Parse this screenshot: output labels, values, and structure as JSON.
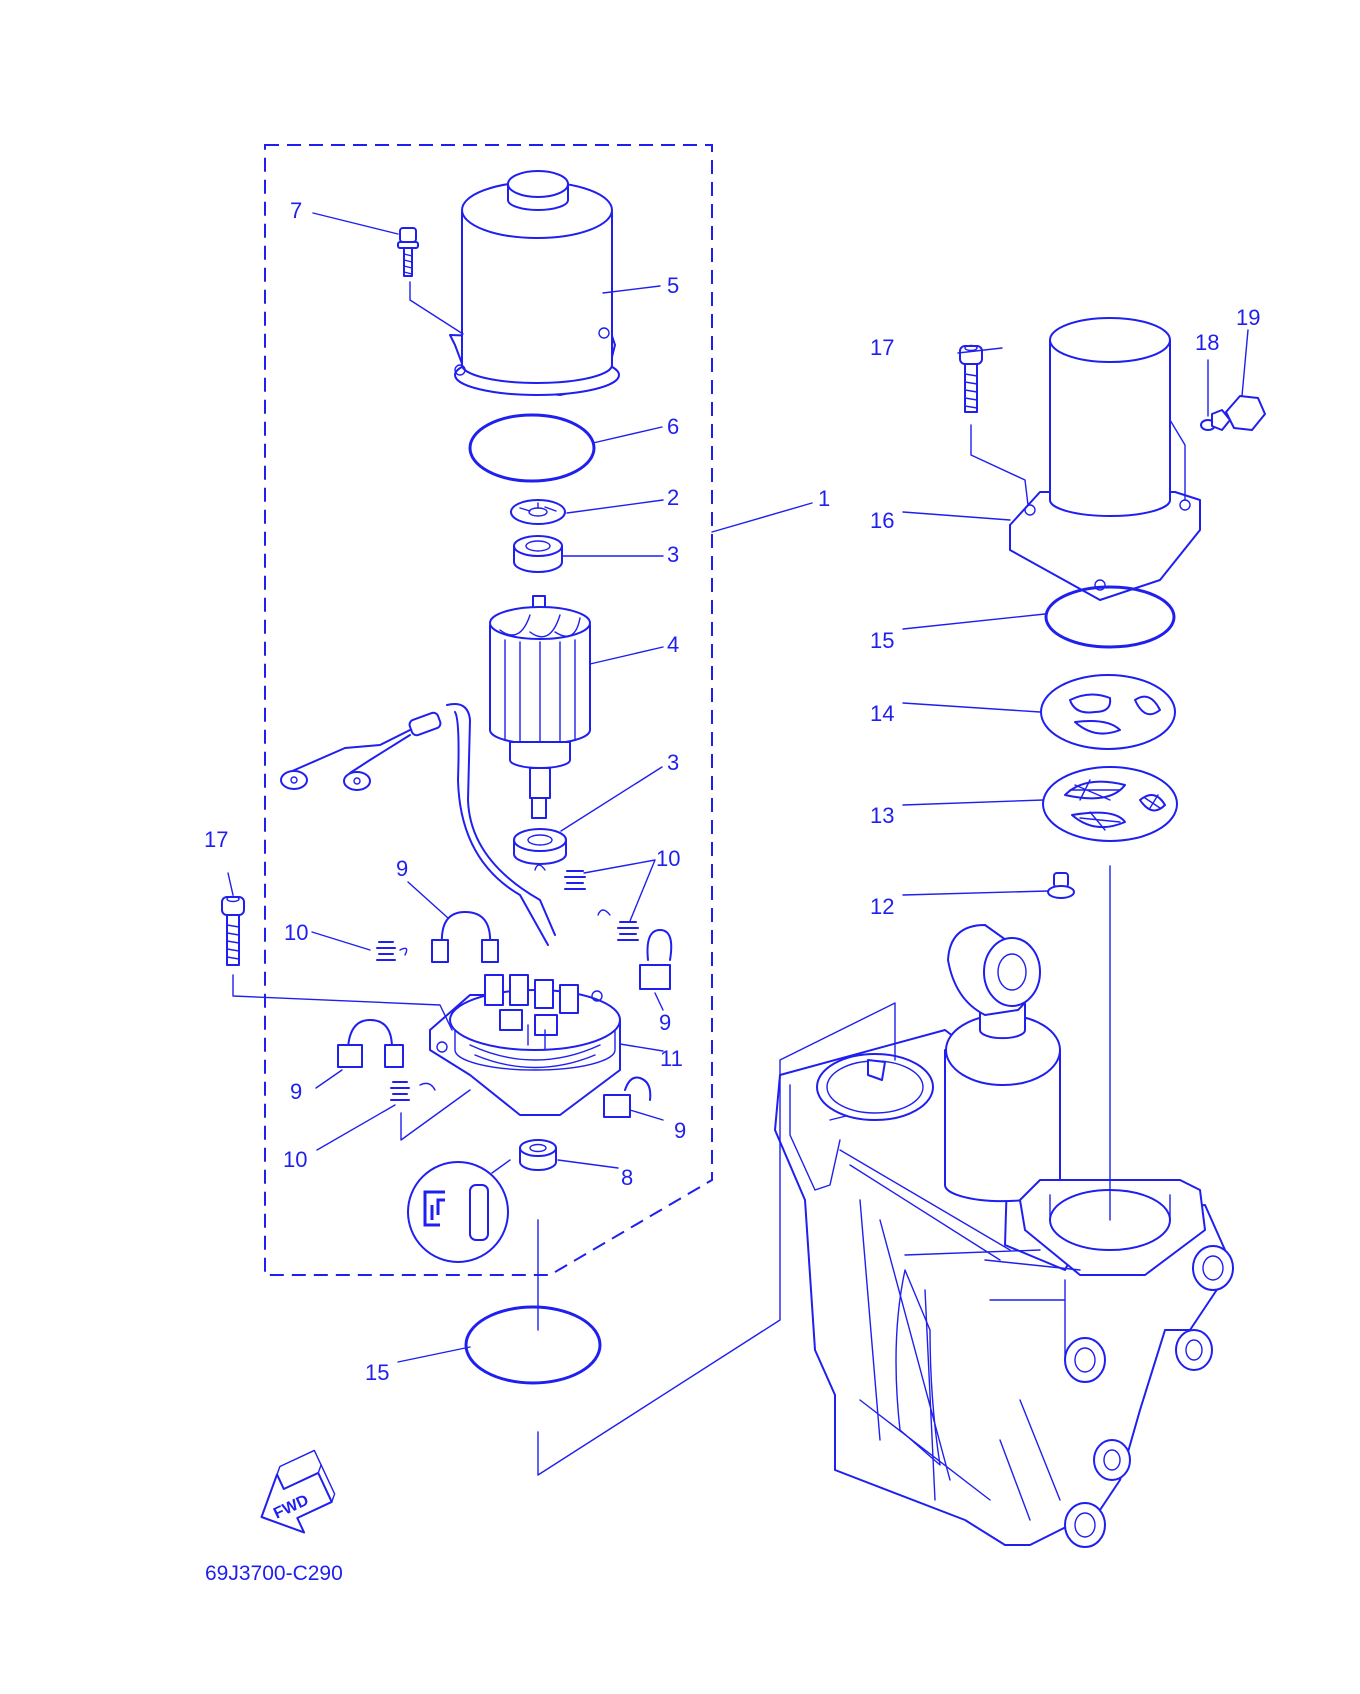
{
  "diagram": {
    "accent_color": "#1f1ff0",
    "background_color": "#ffffff",
    "drawing_code": "69J3700-C290",
    "fwd_label": "FWD",
    "labels": {
      "n1": "1",
      "n2": "2",
      "n3a": "3",
      "n3b": "3",
      "n4": "4",
      "n5": "5",
      "n6": "6",
      "n7": "7",
      "n8": "8",
      "n9a": "9",
      "n9b": "9",
      "n9c": "9",
      "n9d": "9",
      "n10a": "10",
      "n10b": "10",
      "n10c": "10",
      "n11": "11",
      "n12": "12",
      "n13": "13",
      "n14": "14",
      "n15a": "15",
      "n15b": "15",
      "n16": "16",
      "n17a": "17",
      "n17b": "17",
      "n18": "18",
      "n19": "19"
    }
  }
}
